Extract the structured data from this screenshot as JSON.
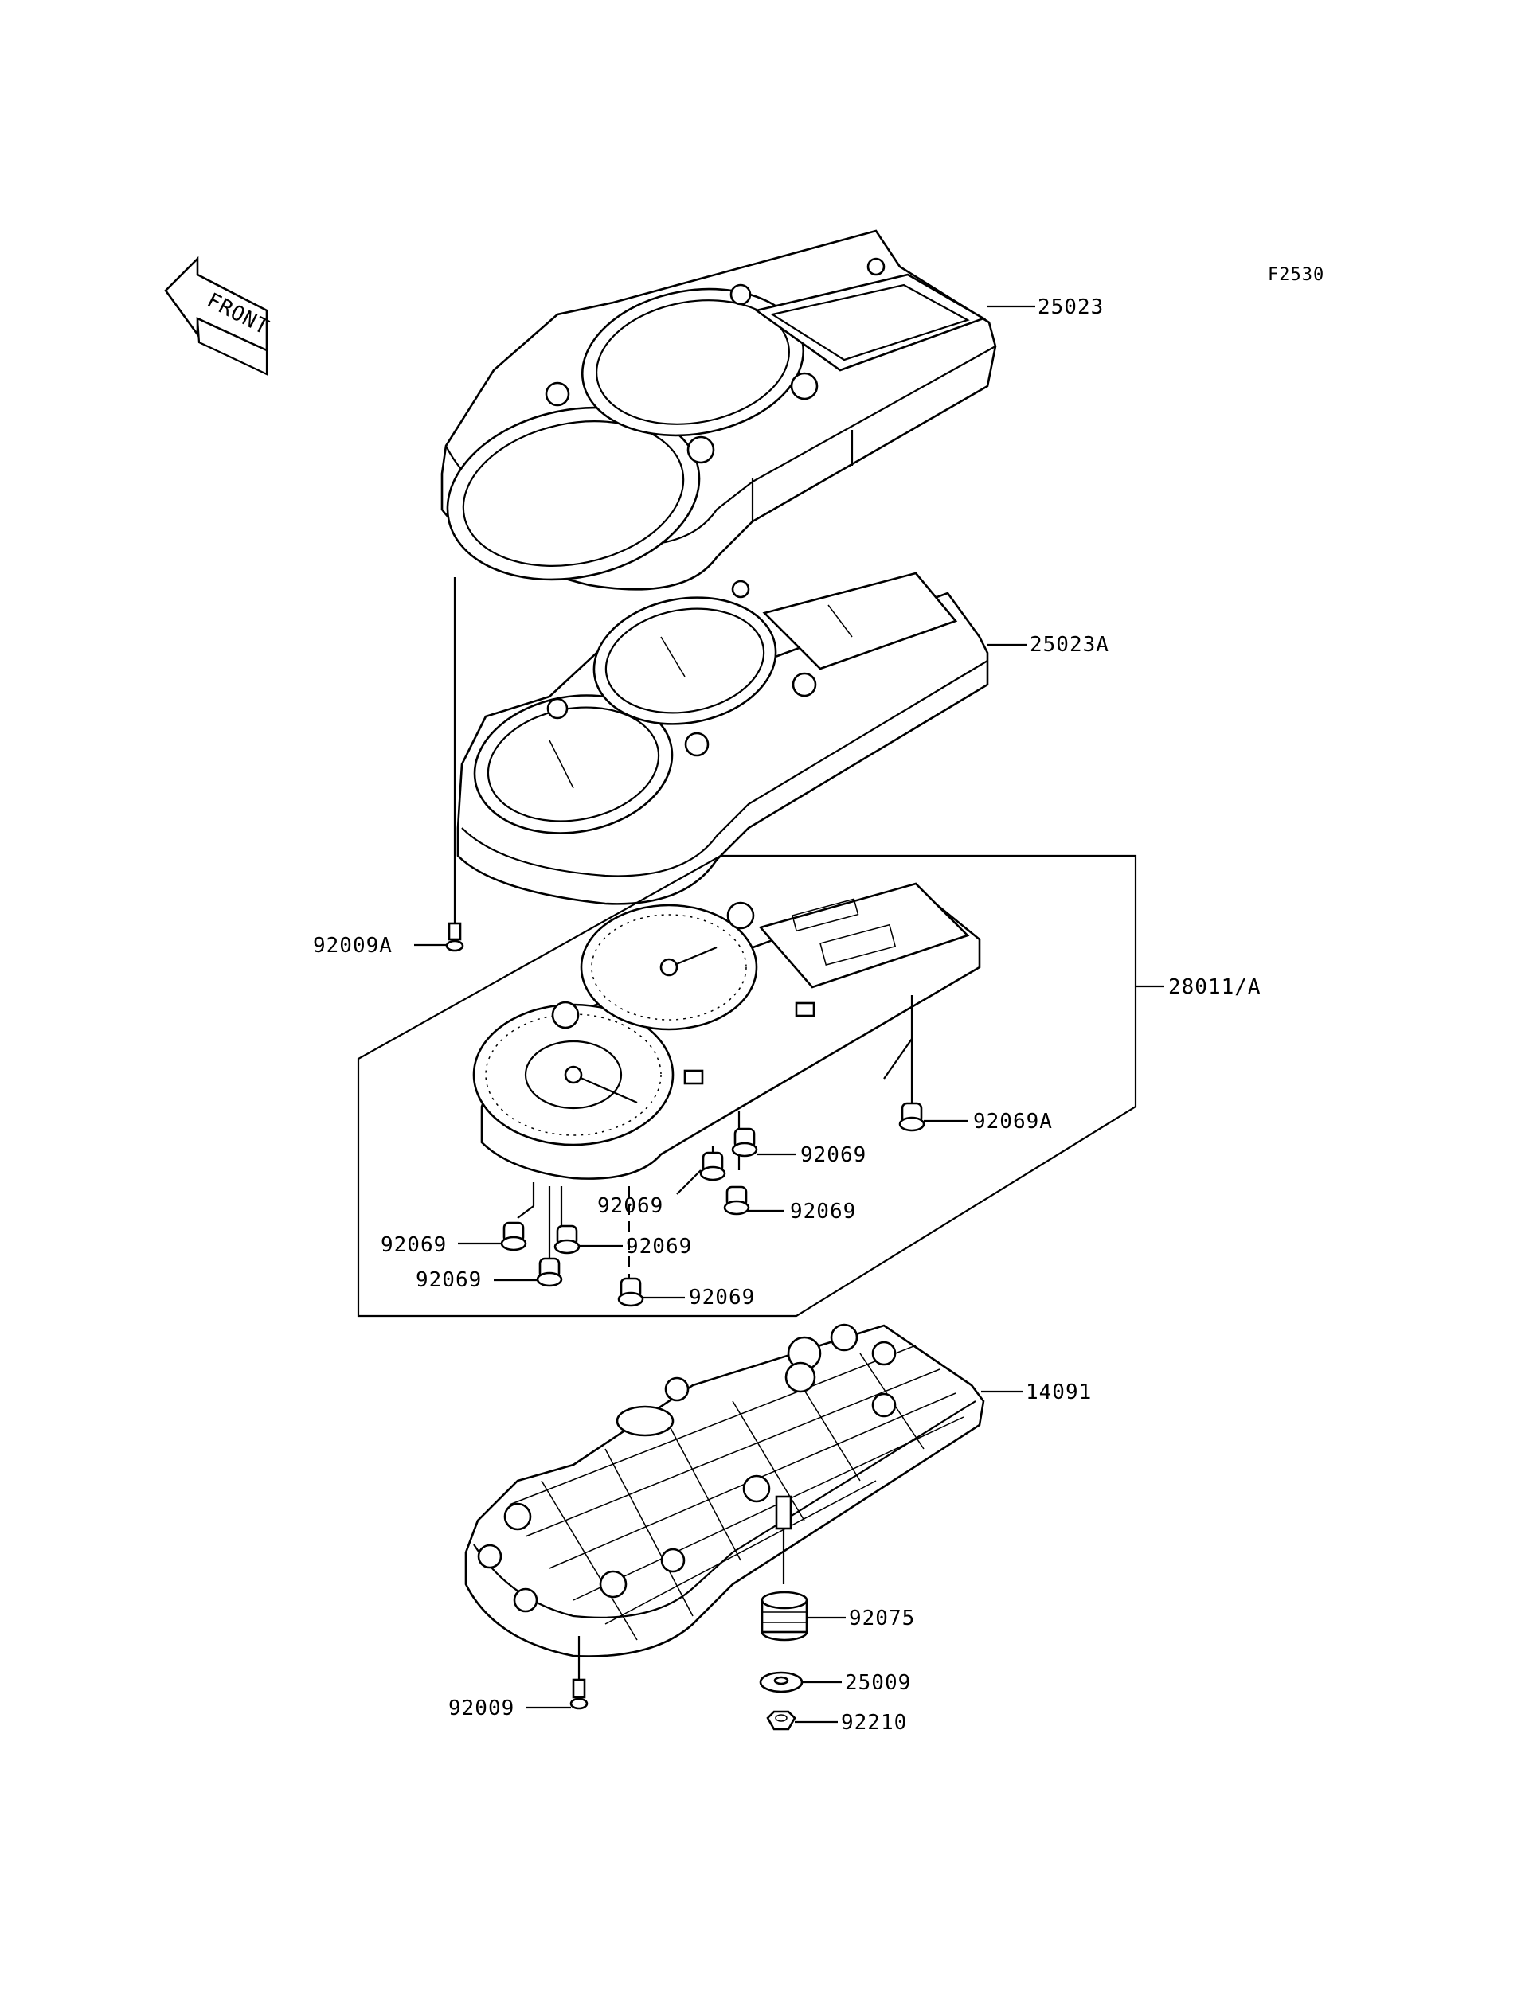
{
  "figure_id": "F2530",
  "front_label": "FRONT",
  "parts": {
    "p25023": "25023",
    "p25023A": "25023A",
    "p92009A": "92009A",
    "p28011A": "28011/A",
    "p92069A": "92069A",
    "p92069_1": "92069",
    "p92069_2": "92069",
    "p92069_3": "92069",
    "p92069_4": "92069",
    "p92069_5": "92069",
    "p92069_6": "92069",
    "p92069_7": "92069",
    "p14091": "14091",
    "p92075": "92075",
    "p25009": "25009",
    "p92009": "92009",
    "p92210": "92210"
  }
}
